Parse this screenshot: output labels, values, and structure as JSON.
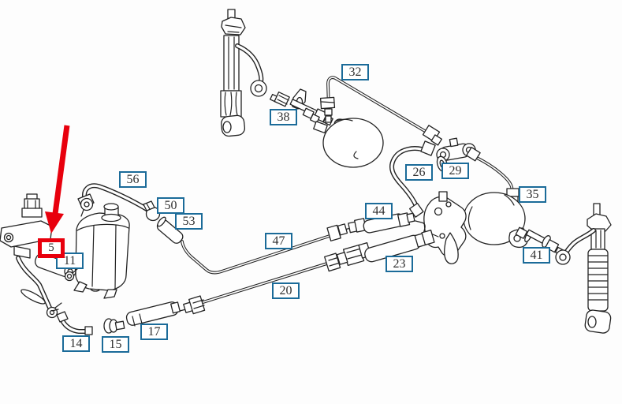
{
  "diagram": {
    "background_color": "#fdfdfd",
    "line_color": "#222222",
    "callout_border_color": "#1b6b99",
    "callout_text_color": "#2f2f2f",
    "highlight_color": "#e8000d"
  },
  "callouts": [
    {
      "text": "5",
      "highlighted": true
    },
    {
      "text": "11"
    },
    {
      "text": "14"
    },
    {
      "text": "15"
    },
    {
      "text": "17"
    },
    {
      "text": "20"
    },
    {
      "text": "23"
    },
    {
      "text": "26"
    },
    {
      "text": "29"
    },
    {
      "text": "32"
    },
    {
      "text": "35"
    },
    {
      "text": "38"
    },
    {
      "text": "41"
    },
    {
      "text": "44"
    },
    {
      "text": "47"
    },
    {
      "text": "50"
    },
    {
      "text": "53"
    },
    {
      "text": "56"
    }
  ]
}
